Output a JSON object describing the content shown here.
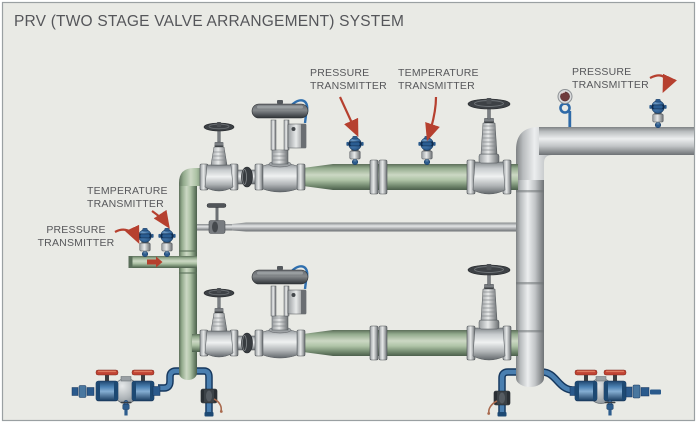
{
  "diagram": {
    "title": "PRV (TWO STAGE VALVE ARRANGEMENT) SYSTEM",
    "kind": "steam-pressure-reducing-station-piping-diagram"
  },
  "labels": {
    "pt_stage1": "PRESSURE\nTRANSMITTER",
    "tt_stage1": "TEMPERATURE\nTRANSMITTER",
    "pt_outlet": "PRESSURE\nTRANSMITTER",
    "tt_inlet": "TEMPERATURE\nTRANSMITTER",
    "pt_inlet": "PRESSURE\nTRANSMITTER"
  },
  "colors": {
    "background": "#e9eae5",
    "border": "#9aa0a2",
    "pipe_green": "#9db698",
    "pipe_gray": "#c6c9cb",
    "pipe_blue": "#4a7fb0",
    "annotation_arrow_red": "#b6402f",
    "valve_handle_red": "#c14434",
    "label_text": "#56575a"
  },
  "equipment_icons": [
    "gate-valve-icon",
    "globe-control-valve-with-pneumatic-actuator-icon",
    "check-valve-icon",
    "pipe-reducer-icon",
    "flange-joint-icon",
    "pressure-transmitter-icon",
    "temperature-transmitter-icon",
    "pressure-gauge-icon",
    "ball-valve-red-handle-icon",
    "strainer-trap-assembly-icon",
    "drip-leg-drain-icon",
    "bypass-line-icon"
  ]
}
